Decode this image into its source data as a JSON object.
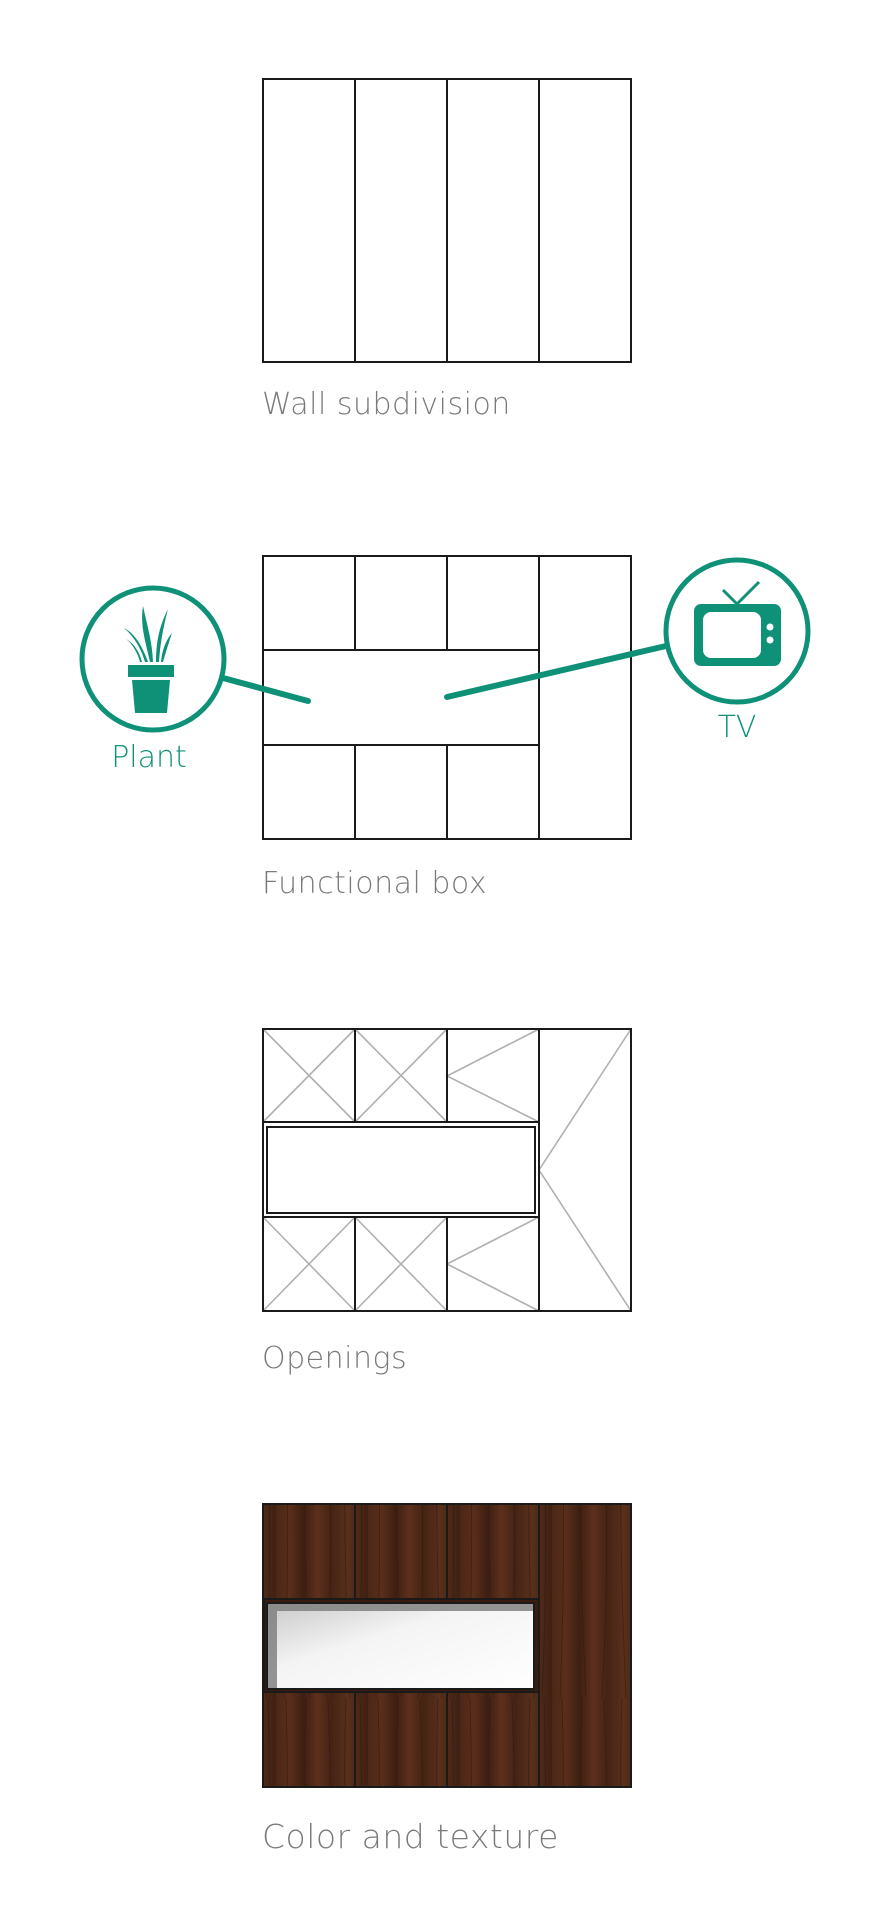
{
  "colors": {
    "accent": "#0f9178",
    "label": "#7a7a7a",
    "line": "#1a1a1a",
    "wood": "#4a2616"
  },
  "sections": [
    {
      "label": "Wall subdivision"
    },
    {
      "label": "Functional box",
      "callouts": [
        {
          "label": "Plant",
          "icon": "plant-pot-icon"
        },
        {
          "label": "TV",
          "icon": "tv-icon"
        }
      ]
    },
    {
      "label": "Openings"
    },
    {
      "label": "Color and texture"
    }
  ]
}
